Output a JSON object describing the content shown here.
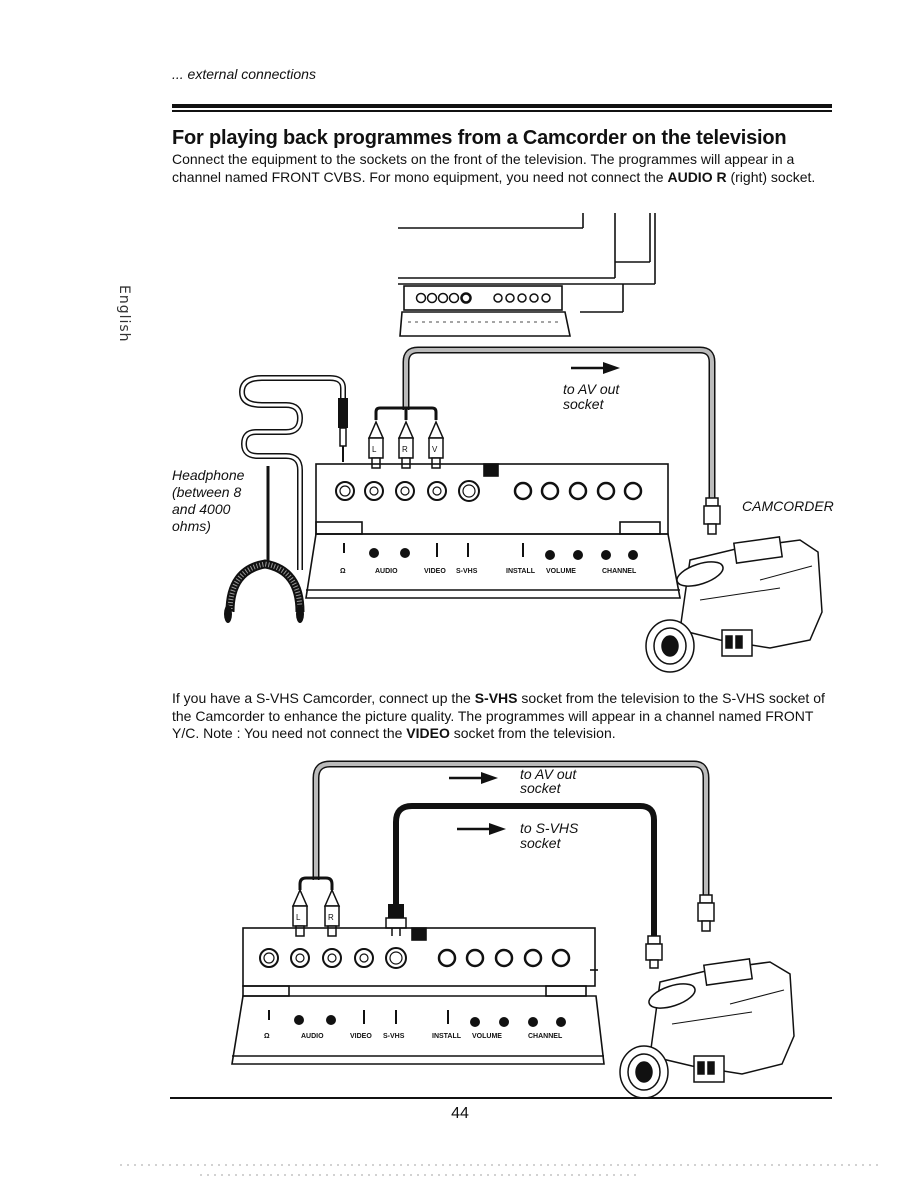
{
  "header": {
    "section": "... external connections"
  },
  "side_language": "English",
  "title": "For playing back programmes from a Camcorder on the television",
  "para1": {
    "text": "Connect the equipment to the sockets on the front of the television. The programmes will appear in a channel named FRONT CVBS. For mono equipment, you need not connect the",
    "bold": "AUDIO R",
    "tail": "(right) socket."
  },
  "para2": {
    "part1": "If you have a S-VHS Camcorder, connect up the",
    "bold1": "S-VHS",
    "part2": "socket from the television to the S-VHS socket of the Camcorder to enhance the picture quality. The programmes will appear in a channel named FRONT Y/C. Note : You need not connect the",
    "bold2": "VIDEO",
    "part3": "socket from the television."
  },
  "diagram1": {
    "to_av_out": [
      "to AV out",
      "socket"
    ],
    "headphone": [
      "Headphone",
      "(between 8",
      "and 4000",
      "ohms)"
    ],
    "camcorder": "CAMCORDER",
    "plugs": [
      "L",
      "R",
      "V"
    ]
  },
  "diagram2": {
    "to_av_out": [
      "to AV out",
      "socket"
    ],
    "to_svhs": [
      "to S-VHS",
      "socket"
    ],
    "plugs": [
      "L",
      "R"
    ]
  },
  "panel": {
    "audio": "AUDIO",
    "video": "VIDEO",
    "svhs": "S-VHS",
    "install": "INSTALL",
    "volume": "VOLUME",
    "channel": "CHANNEL"
  },
  "page_number": "44"
}
